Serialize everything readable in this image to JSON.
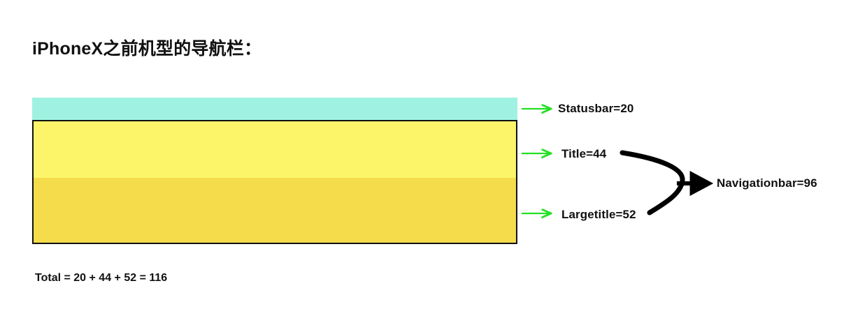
{
  "page": {
    "title": "iPhoneX之前机型的导航栏：",
    "background_color": "#ffffff",
    "text_color": "#111111"
  },
  "diagram": {
    "type": "stacked-bands",
    "bands": [
      {
        "key": "statusbar",
        "name": "Statusbar",
        "value": 20,
        "label": "Statusbar=20",
        "color": "#9ff2e1",
        "bordered": false
      },
      {
        "key": "title",
        "name": "Title",
        "value": 44,
        "label": "Title=44",
        "color": "#fcf569",
        "bordered": true
      },
      {
        "key": "largetitle",
        "name": "Largetitle",
        "value": 52,
        "label": "Largetitle=52",
        "color": "#f5dc4b",
        "bordered": true
      }
    ],
    "group": {
      "key": "navigationbar",
      "name": "Navigationbar",
      "value": 96,
      "label": "Navigationbar=96",
      "members": [
        "Title",
        "Largetitle"
      ],
      "brace_color": "#000000",
      "arrow_color": "#000000"
    },
    "pointer_arrows": {
      "color": "#22e022",
      "count": 3
    },
    "box_border_color": "#111111"
  },
  "total": {
    "text": "Total = 20 + 44 + 52 = 116",
    "sum": 116,
    "addends": [
      20,
      44,
      52
    ]
  },
  "chart_data": {
    "type": "bar",
    "title": "iPhoneX之前机型的导航栏：",
    "categories": [
      "Statusbar",
      "Title",
      "Largetitle"
    ],
    "values": [
      20,
      44,
      52
    ],
    "colors": [
      "#9ff2e1",
      "#fcf569",
      "#f5dc4b"
    ],
    "annotations": [
      "Statusbar=20",
      "Title=44",
      "Largetitle=52",
      "Navigationbar=96",
      "Total = 20 + 44 + 52 = 116"
    ],
    "xlabel": "",
    "ylabel": "",
    "grid": false,
    "legend": "none"
  }
}
